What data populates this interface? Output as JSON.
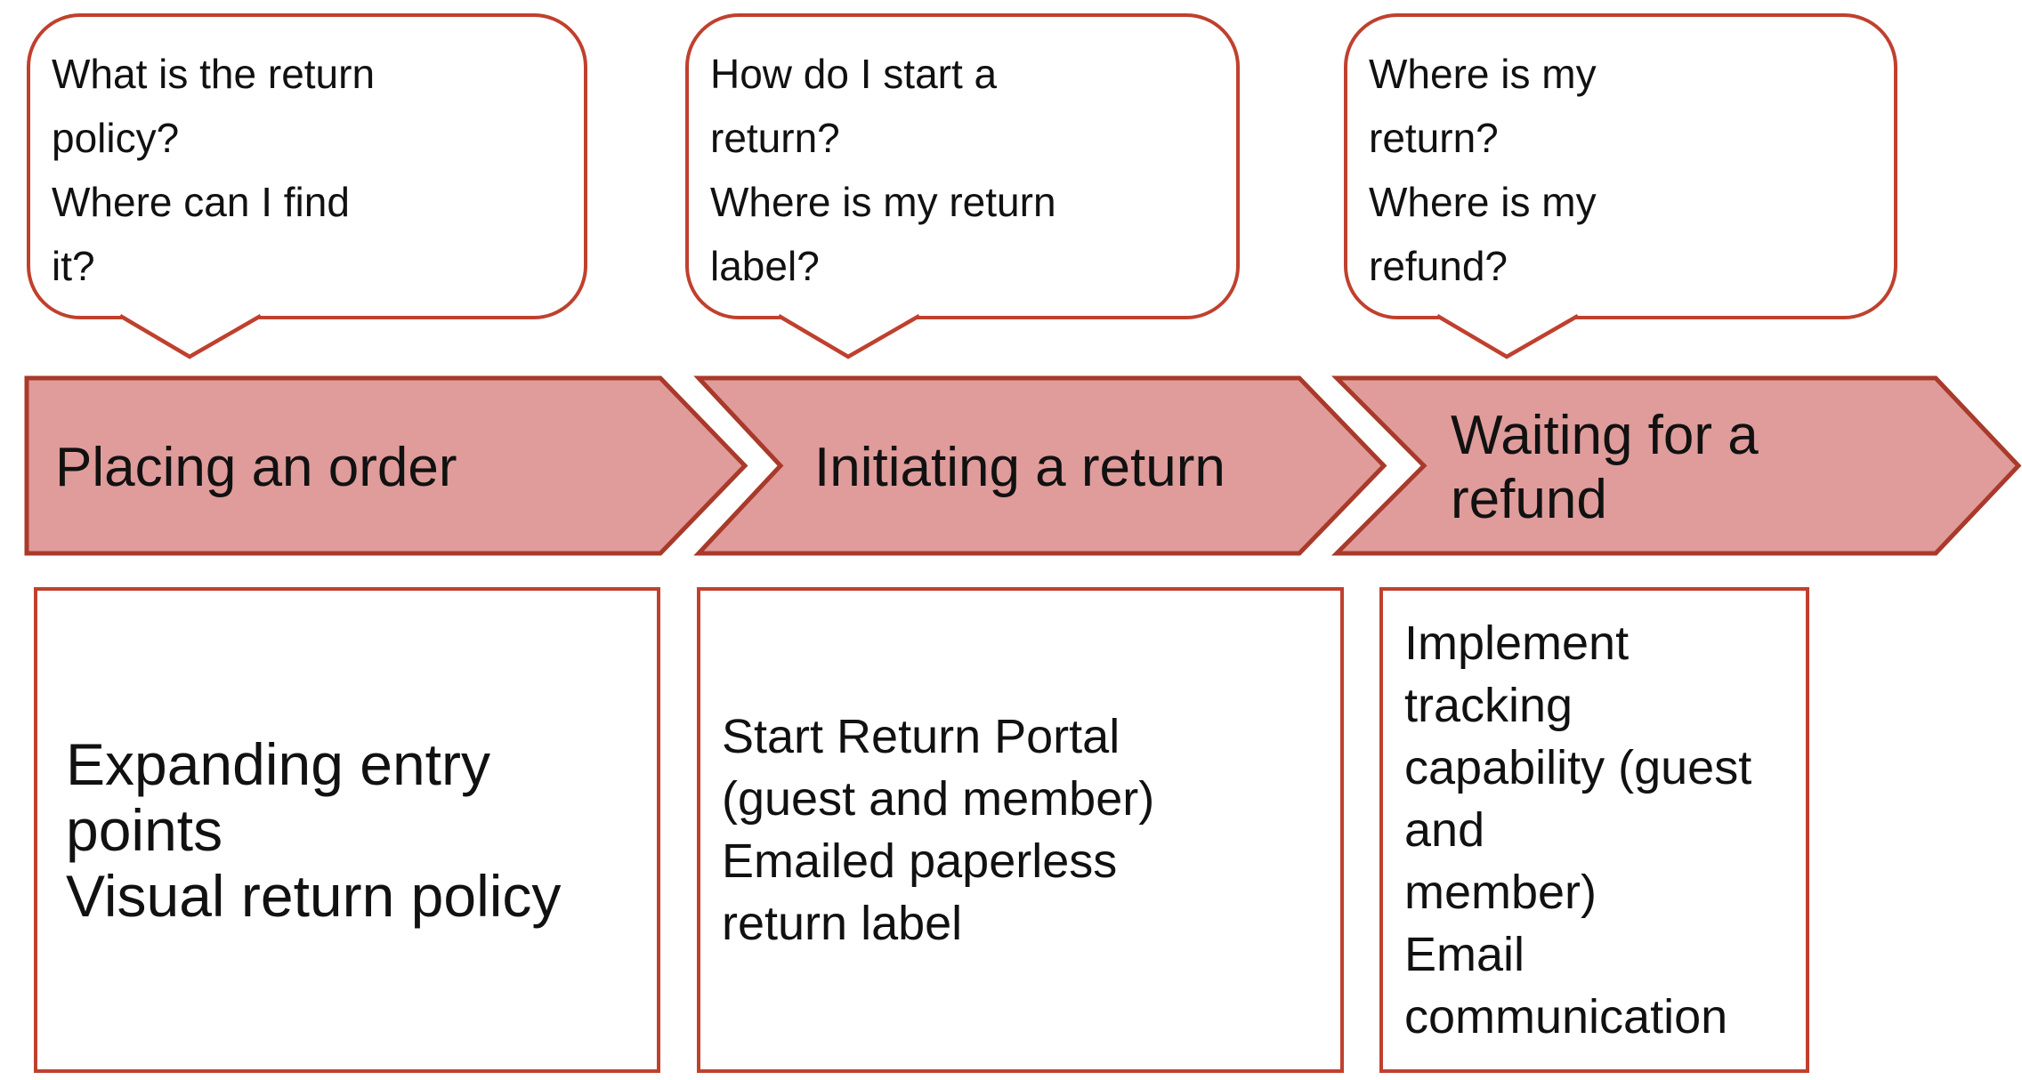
{
  "colors": {
    "bubble_box_border": "#c0402e",
    "arrow_border": "#a93a2b",
    "arrow_fill": "#df9c9a",
    "text": "#111111",
    "background": "#ffffff"
  },
  "stages": [
    {
      "bubble": "What is the return\npolicy?\nWhere can I find\nit?",
      "arrow_label": "Placing an order",
      "details": "Expanding entry points\nVisual return policy"
    },
    {
      "bubble": "How do I start a\nreturn?\nWhere is my return\nlabel?",
      "arrow_label": "Initiating a return",
      "details": "Start Return Portal\n(guest and member)\nEmailed paperless\nreturn label"
    },
    {
      "bubble": "Where is my\nreturn?\nWhere is my\nrefund?",
      "arrow_label": "Waiting for a\nrefund",
      "details": "Implement tracking\ncapability (guest and\nmember)\nEmail communication"
    }
  ]
}
